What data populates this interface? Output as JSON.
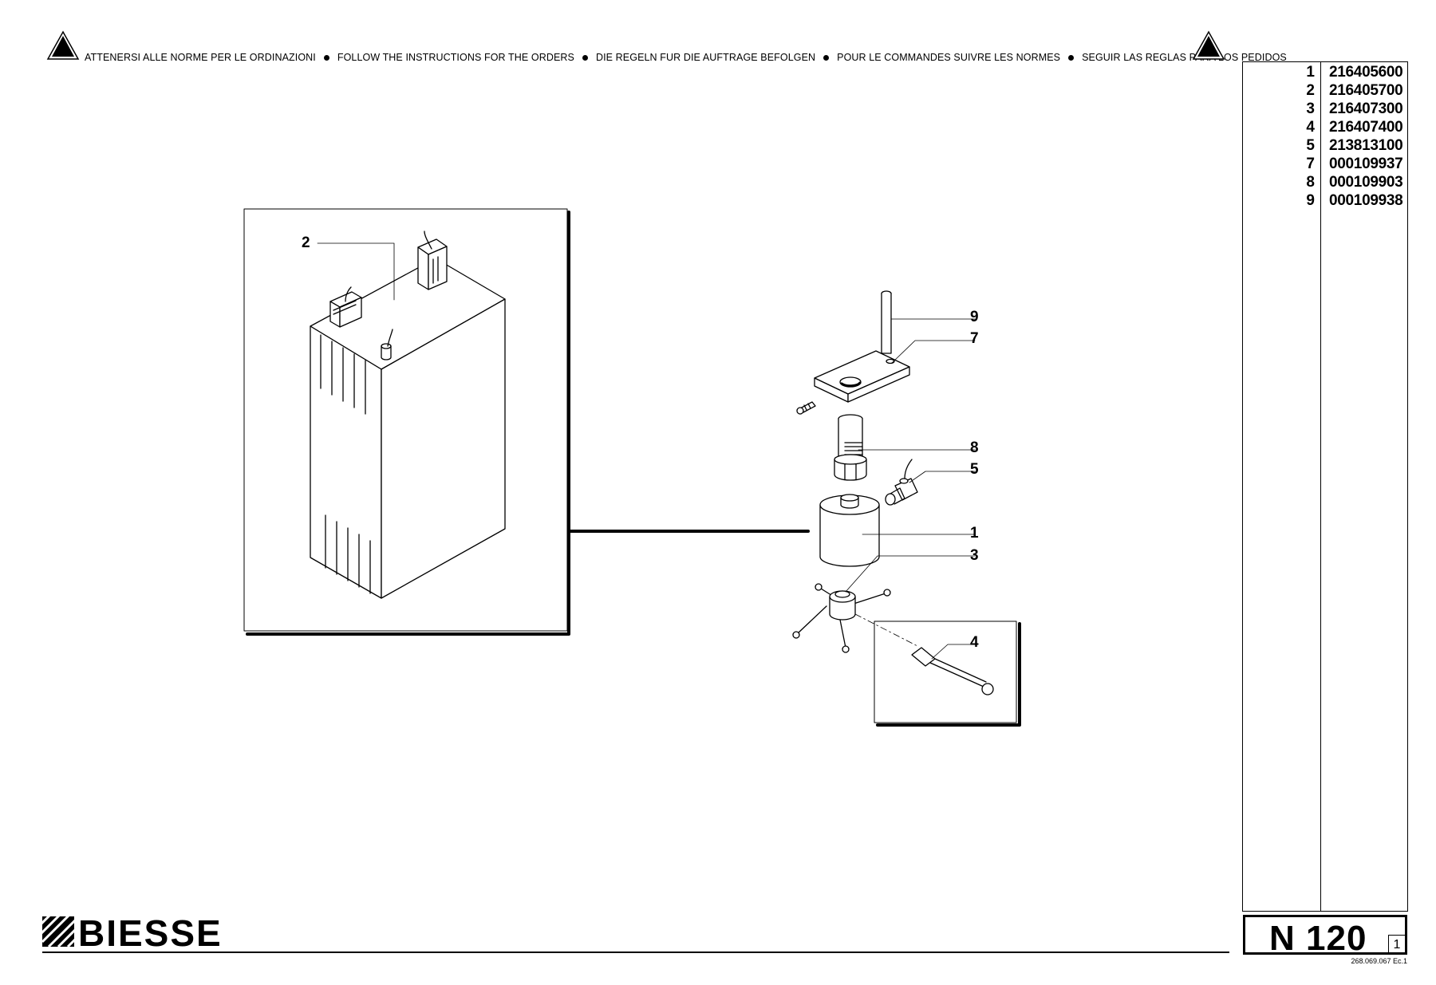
{
  "header": {
    "notices": [
      "ATTENERSI ALLE NORME PER LE ORDINAZIONI",
      "FOLLOW THE INSTRUCTIONS FOR THE ORDERS",
      "DIE REGELN FUR DIE AUFTRAGE BEFOLGEN",
      "POUR LE COMMANDES SUIVRE LES NORMES",
      "SEGUIR LAS REGLAS PARA LOS PEDIDOS"
    ],
    "icon": "warning-triangle-icon"
  },
  "parts": [
    {
      "num": "1",
      "code": "216405600"
    },
    {
      "num": "2",
      "code": "216405700"
    },
    {
      "num": "3",
      "code": "216407300"
    },
    {
      "num": "4",
      "code": "216407400"
    },
    {
      "num": "5",
      "code": "213813100"
    },
    {
      "num": "7",
      "code": "000109937"
    },
    {
      "num": "8",
      "code": "000109903"
    },
    {
      "num": "9",
      "code": "000109938"
    }
  ],
  "callouts": {
    "c2": "2",
    "c9": "9",
    "c7": "7",
    "c8": "8",
    "c5": "5",
    "c1": "1",
    "c3": "3",
    "c4": "4"
  },
  "titleblock": {
    "title": "N 120",
    "sheet": "1",
    "docnum": "268.069.067 Ec.1"
  },
  "logo": {
    "brand": "BIESSE",
    "icon": "biesse-stripes-icon"
  }
}
